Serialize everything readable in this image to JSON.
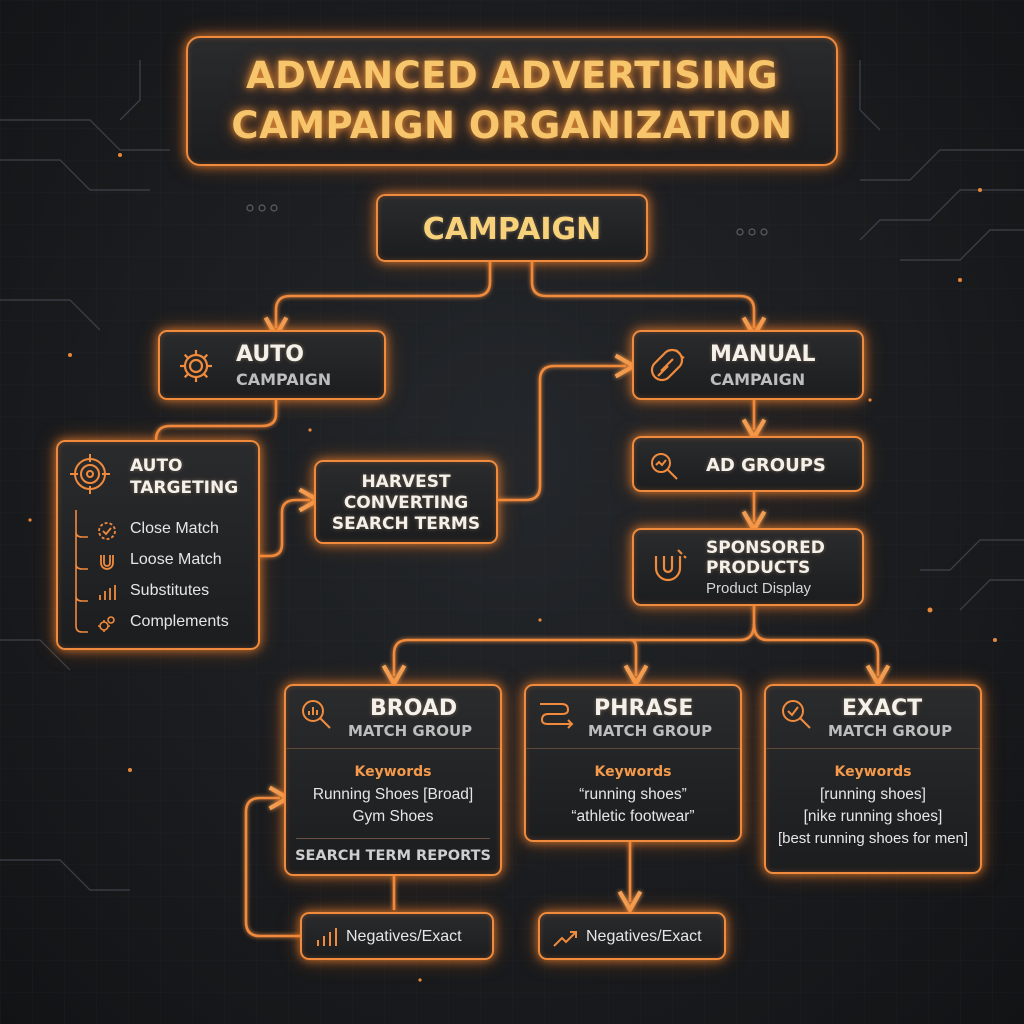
{
  "title": {
    "line1": "ADVANCED ADVERTISING",
    "line2": "CAMPAIGN ORGANIZATION"
  },
  "campaign": {
    "label": "CAMPAIGN"
  },
  "auto_campaign": {
    "title": "AUTO",
    "subtitle": "CAMPAIGN",
    "icon": "gear-icon"
  },
  "auto_targeting": {
    "title_line1": "AUTO",
    "title_line2": "TARGETING",
    "icon": "target-icon",
    "items": [
      {
        "label": "Close Match",
        "icon": "check-gear-icon"
      },
      {
        "label": "Loose Match",
        "icon": "magnet-icon"
      },
      {
        "label": "Substitutes",
        "icon": "bars-icon"
      },
      {
        "label": "Complements",
        "icon": "gears-icon"
      }
    ]
  },
  "harvest": {
    "line1": "HARVEST",
    "line2": "CONVERTING",
    "line3": "SEARCH TERMS"
  },
  "manual_campaign": {
    "title": "MANUAL",
    "subtitle": "CAMPAIGN",
    "icon": "magnet-icon"
  },
  "ad_groups": {
    "label": "AD GROUPS",
    "icon": "search-icon"
  },
  "sponsored": {
    "line1": "SPONSORED",
    "line2": "PRODUCTS",
    "detail": "Product Display",
    "icon": "magnet-icon"
  },
  "broad": {
    "title": "BROAD",
    "subtitle": "MATCH GROUP",
    "icon": "search-chart-icon",
    "keywords_label": "Keywords",
    "keywords": [
      "Running Shoes [Broad]",
      "Gym Shoes"
    ],
    "footer": "SEARCH TERM REPORTS"
  },
  "phrase": {
    "title": "PHRASE",
    "subtitle": "MATCH GROUP",
    "icon": "route-icon",
    "keywords_label": "Keywords",
    "keywords": [
      "“running shoes”",
      "“athletic footwear”"
    ]
  },
  "exact": {
    "title": "EXACT",
    "subtitle": "MATCH GROUP",
    "icon": "search-check-icon",
    "keywords_label": "Keywords",
    "keywords": [
      "[running shoes]",
      "[nike running shoes]",
      "[best running shoes for men]"
    ]
  },
  "negatives_left": {
    "label": "Negatives/Exact",
    "icon": "bars-icon"
  },
  "negatives_right": {
    "label": "Negatives/Exact",
    "icon": "trend-icon"
  },
  "colors": {
    "accent": "#f08a3c",
    "title_text": "#f7c56b",
    "background": "#1c1e21"
  }
}
